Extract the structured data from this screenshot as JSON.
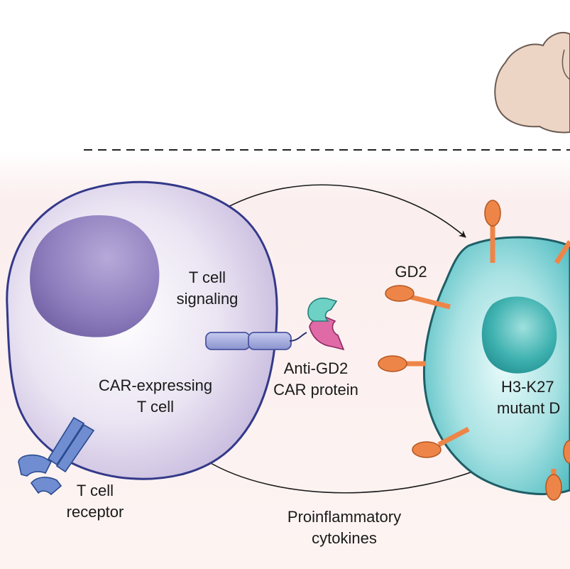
{
  "labels": {
    "t_cell_signaling": [
      "T cell",
      "signaling"
    ],
    "anti_gd2_car": [
      "Anti-GD2",
      "CAR protein"
    ],
    "car_t_cell": [
      "CAR-expressing",
      "T cell"
    ],
    "t_cell_receptor": [
      "T cell",
      "receptor"
    ],
    "proinflammatory": [
      "Proinflammatory",
      "cytokines"
    ],
    "gd2": "GD2",
    "tumor_cell": [
      "H3-K27",
      "mutant D"
    ]
  },
  "colors": {
    "t_cell_fill": "#cfc3e2",
    "t_cell_border": "#3a3f86",
    "nucleus_purple": "#8b7bb8",
    "tumor_fill": "#66c8cc",
    "tumor_border": "#1f5e66",
    "nucleus_teal": "#2fa6a6",
    "gd2_orange": "#ee8548",
    "car_blue": "#9aa2d6",
    "tcr_blue": "#5f7ec2",
    "brain_fill": "#ecd5c5",
    "background_tint": "#fbeeee"
  }
}
